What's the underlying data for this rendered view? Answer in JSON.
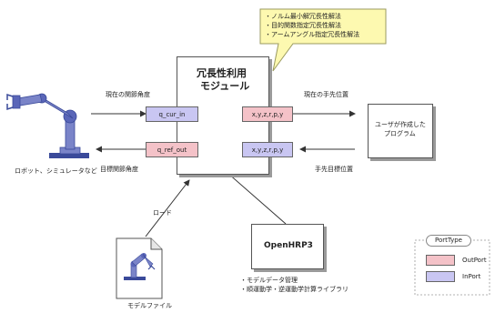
{
  "module": {
    "title_line1": "冗長性利用",
    "title_line2": "モジュール"
  },
  "ports": {
    "q_cur_in": "q_cur_in",
    "q_ref_out": "q_ref_out",
    "xyz_out": "x,y,z,r,p,y",
    "xyz_in": "x,y,z,r,p,y"
  },
  "labels": {
    "current_joint_angle": "現在の関節角度",
    "target_joint_angle": "目標関節角度",
    "current_hand_pos": "現在の手先位置",
    "target_hand_pos": "手先目標位置",
    "load": "ロード",
    "robot_caption": "ロボット、シミュレータなど",
    "model_file": "モデルファイル"
  },
  "callout": {
    "items": [
      "・ノルム最小解冗長性解法",
      "・目的関数指定冗長性解法",
      "・アームアングル指定冗長性解法"
    ]
  },
  "user_program": {
    "line1": "ユーザが作成した",
    "line2": "プログラム"
  },
  "openhrp": {
    "title": "OpenHRP3",
    "notes": [
      "・モデルデータ管理",
      "・順運動学・逆運動学計算ライブラリ"
    ]
  },
  "legend": {
    "title": "PortType",
    "outport": "OutPort",
    "inport": "InPort",
    "outport_color": "#f4c2c8",
    "inport_color": "#c9c6f2"
  }
}
